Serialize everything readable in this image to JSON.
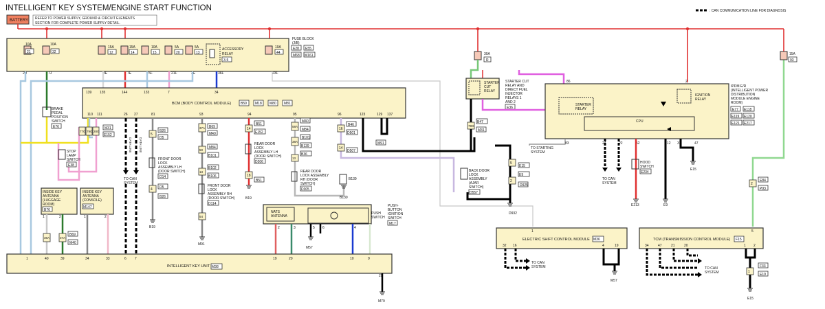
{
  "title": "INTELLIGENT KEY SYSTEM/ENGINE START FUNCTION",
  "legend": {
    "text": ": CAN COMMUNICATION LINE FOR DIAGNOSIS"
  },
  "battery": {
    "label": "BATTERY",
    "note1": "REFER TO POWER SUPPLY, GROUND & CIRCUIT ELEMENTS",
    "note2": "SECTION FOR COMPLETE POWER SUPPLY DETAIL."
  },
  "colors": {
    "battery_line": "#e03030",
    "component_fill": "#fbf3c8",
    "fuse_fill": "#f6c9b8",
    "can_line": "#000000"
  },
  "fuse_block": {
    "title": [
      "FUSE BLOCK",
      "(J/B)"
    ],
    "refs": [
      "E28",
      "E55",
      "M68",
      "M161"
    ],
    "fuses": [
      {
        "amp": "10A",
        "num": "21"
      },
      {
        "amp": "10A",
        "num": "32"
      },
      {
        "amp": "15A",
        "num": "12"
      },
      {
        "amp": "15A",
        "num": "14"
      },
      {
        "amp": "10A",
        "num": "15"
      },
      {
        "amp": "5A",
        "num": "20"
      },
      {
        "amp": "5A",
        "num": "13"
      },
      {
        "amp": "10A",
        "num": "44"
      }
    ],
    "relay": [
      "ACCESSORY",
      "RELAY"
    ],
    "relay_num": "3-5",
    "relay_pins": [
      "1",
      "2",
      "3",
      "5"
    ],
    "pins": [
      "2R",
      "7J",
      "8E",
      "7E",
      "5F",
      "21F",
      "3E",
      "36F",
      "23F"
    ]
  },
  "bcm": {
    "title": "BCM (BODY CONTROL MODULE)",
    "refs": [
      "B59",
      "M18",
      "M80",
      "M81"
    ],
    "top_pins": [
      "139",
      "135",
      "144",
      "133",
      "7",
      "34"
    ],
    "bottom_pins": [
      "110",
      "111",
      "26",
      "27",
      "81",
      "93",
      "94",
      "95",
      "96",
      "123",
      "129",
      "137"
    ]
  },
  "canline_labels": [
    "DATA LINE",
    "DATA LINE",
    "TO CAN",
    "SYSTEM"
  ],
  "conn_labels": [
    "77G",
    "79G",
    "28G",
    "M31",
    "E152",
    "M31",
    "M40",
    "M84",
    "B101",
    "B102",
    "B106",
    "B69",
    "M40",
    "M84",
    "B101",
    "B139",
    "B51",
    "B26",
    "B36",
    "B46",
    "D501",
    "D507",
    "D560",
    "37A",
    "58A",
    "38A",
    "36A",
    "37A",
    "D5",
    "D5",
    "B26",
    "B19",
    "E152",
    "M91",
    "B47",
    "B7",
    "D925",
    "D932",
    "E15",
    "E9",
    "E213",
    "E84",
    "P93",
    "F33",
    "E19",
    "E15",
    "M57",
    "B69",
    "M40",
    "M79"
  ],
  "pin_nums": [
    "5",
    "4",
    "2",
    "12",
    "11",
    "3",
    "5",
    "6",
    "9",
    "10",
    "8",
    "7",
    "52",
    "54",
    "50",
    "13",
    "18",
    "14",
    "16",
    "3",
    "4",
    "17",
    "1",
    "2"
  ],
  "components": {
    "brake_switch": [
      "BRAKE",
      "PEDAL",
      "POSITION",
      "SWITCH"
    ],
    "brake_ref": "E76",
    "stop_lamp": [
      "STOP",
      "LAMP",
      "SWITCH"
    ],
    "stop_ref": "E38",
    "front_door_lh": [
      "FRONT DOOR",
      "LOCK",
      "ASSEMBLY LH",
      "(DOOR SWITCH)"
    ],
    "front_door_lh_ref": "D14",
    "front_door_rh": [
      "FRONT DOOR",
      "LOCK",
      "ASSEMBLY RH",
      "(DOOR SWITCH)"
    ],
    "front_door_rh_ref": "D114",
    "rear_door_lh": [
      "REAR DOOR",
      "LOCK",
      "ASSEMBLY LH",
      "(DOOR SWITCH)"
    ],
    "rear_door_lh_ref": "D206",
    "rear_door_rh": [
      "REAR DOOR",
      "LOCK ASSEMBLY",
      "RH (DOOR",
      "SWITCH)"
    ],
    "rear_door_rh_ref": "D305",
    "back_door": [
      "BACK DOOR",
      "LOCK",
      "ASSEMBLY",
      "(AJAR",
      "SWITCH)"
    ],
    "back_door_ref": "D557",
    "key_ant_luggage": [
      "INSIDE KEY",
      "ANTENNA",
      "(LUGGAGE",
      "ROOM)"
    ],
    "key_ant_luggage_ref": "B76",
    "key_ant_console": [
      "INSIDE KEY",
      "ANTENNA",
      "(CONSOLE)"
    ],
    "key_ant_console_ref": "M147",
    "nats": [
      "NATS",
      "ANTENNA"
    ],
    "push_button": [
      "PUSH-",
      "BUTTON",
      "IGNITION",
      "SWITCH"
    ],
    "push_ref": "M17",
    "push_switch": [
      "PUSH",
      "SWITCH"
    ],
    "starter_cut": [
      "STARTER CUT",
      "RELAY AND",
      "DIRECT FUEL",
      "INJECTOR",
      "RELAYS 1",
      "AND 2"
    ],
    "starter_cut_relay": [
      "STARTER",
      "CUT",
      "RELAY"
    ],
    "starter_cut_ref": "E36",
    "starter_fuse": {
      "amp": "30A",
      "num": "R"
    },
    "ipdm_title": [
      "IPDM E/R",
      "(INTELLIGENT POWER",
      "DISTRIBUTION",
      "MODULE ENGINE",
      "ROOM)"
    ],
    "ipdm_refs": [
      "E77",
      "E118",
      "E119",
      "E120",
      "E121",
      "E217"
    ],
    "starter_relay": [
      "STARTER",
      "RELAY"
    ],
    "ignition_relay": [
      "IGNITION",
      "RELAY"
    ],
    "cpu": "CPU",
    "hood_switch": [
      "HOOD",
      "SWITCH"
    ],
    "hood_ref": "E234",
    "ipdm_fuse": {
      "amp": "15A",
      "num": "93"
    },
    "to_starting": [
      "TO STARTING",
      "SYSTEM"
    ],
    "to_can": [
      "TO CAN",
      "SYSTEM"
    ],
    "shift_control": "ELECTRIC SHIFT CONTROL MODULE",
    "shift_ref": "M36",
    "tcm": "TCM (TRANSMISSION CONTROL MODULE)",
    "tcm_ref": "F15",
    "intelligent_key": "INTELLIGENT KEY UNIT",
    "ikey_ref": "M38"
  },
  "ikey_pins": [
    "1",
    "40",
    "39",
    "34",
    "33",
    "6",
    "7",
    "19",
    "20",
    "10",
    "9",
    "29"
  ],
  "shift_pins": [
    "1",
    "32",
    "16",
    "4",
    "19"
  ],
  "tcm_pins": [
    "5",
    "34",
    "47",
    "21",
    "20",
    "1",
    "2"
  ],
  "ipdm_pins": [
    "86",
    "2",
    "83",
    "24",
    "22",
    "52",
    "12",
    "31",
    "47"
  ],
  "starter_pins": [
    "1",
    "3",
    "5",
    "2",
    "8",
    "6"
  ],
  "wire_labels": [
    "1",
    "2",
    "3",
    "4",
    "5",
    "6",
    "8",
    "11",
    "12",
    "14",
    "16",
    "17"
  ]
}
